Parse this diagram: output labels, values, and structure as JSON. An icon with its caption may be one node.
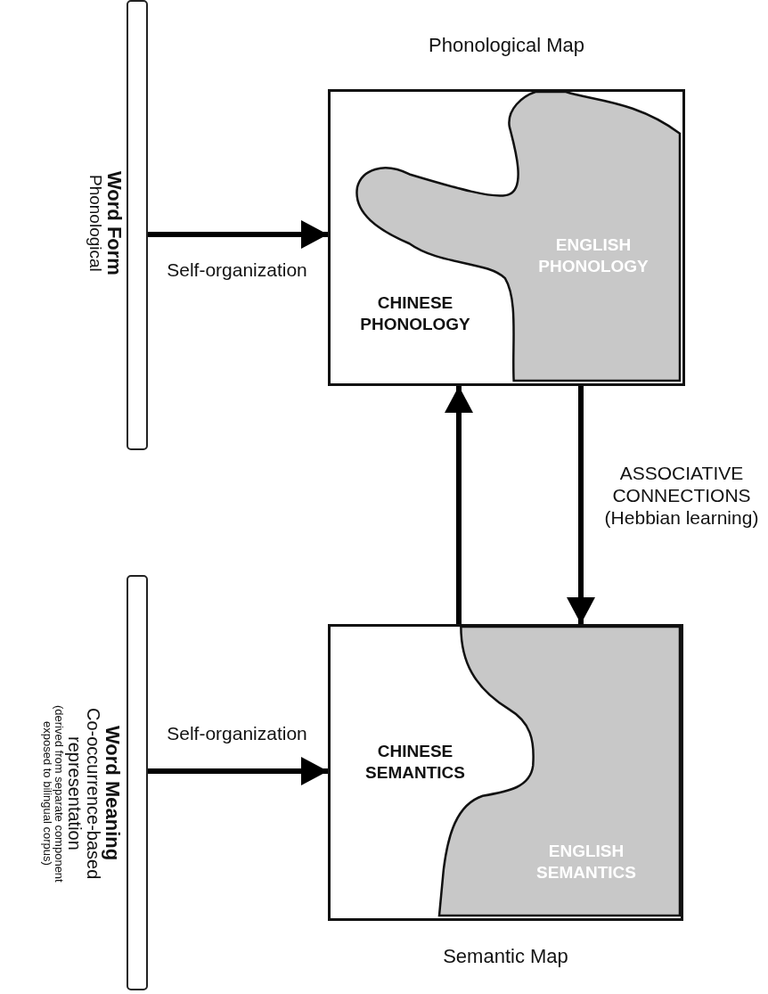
{
  "diagram": {
    "nodes": [
      {
        "text": [],
        "shape": "bar",
        "beside": [
          "Word Form",
          "Phonological"
        ]
      },
      {
        "text": [
          "Phonological Map"
        ]
      },
      {
        "text": [
          "CHINESE PHONOLOGY"
        ],
        "in": 1
      },
      {
        "text": [
          "ENGLISH PHONOLOGY"
        ],
        "in": 1
      },
      {
        "text": [],
        "shape": "bar",
        "beside": [
          "Word Meaning",
          "Co-occurrence-based representation",
          "(derived from separate component exposed to bilingual corpus)"
        ]
      },
      {
        "text": [
          "Semantic Map"
        ]
      },
      {
        "text": [
          "CHINESE SEMANTICS"
        ],
        "in": 5
      },
      {
        "text": [
          "ENGLISH SEMANTICS"
        ],
        "in": 5
      }
    ],
    "edges": [
      {
        "from": 0,
        "to": 1,
        "arrow": "to",
        "label": "Self-organization"
      },
      {
        "from": 5,
        "to": 1,
        "arrow": "to"
      },
      {
        "from": 1,
        "to": 5,
        "arrow": "to",
        "label": "ASSOCIATIVE CONNECTIONS (Hebbian learning)"
      },
      {
        "from": 4,
        "to": 5,
        "arrow": "to",
        "label": "Self-organization"
      }
    ]
  }
}
